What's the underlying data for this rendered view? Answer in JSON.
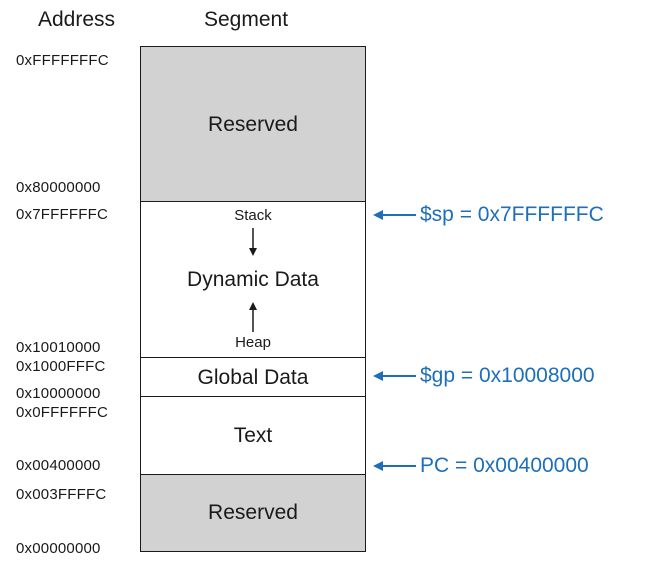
{
  "headers": {
    "address": "Address",
    "segment": "Segment"
  },
  "addresses": [
    "0xFFFFFFFC",
    "0x80000000",
    "0x7FFFFFFC",
    "0x10010000",
    "0x1000FFFC",
    "0x10000000",
    "0x0FFFFFFC",
    "0x00400000",
    "0x003FFFFC",
    "0x00000000"
  ],
  "segments": {
    "reserved_top": "Reserved",
    "dynamic": "Dynamic Data",
    "stack": "Stack",
    "heap": "Heap",
    "global": "Global Data",
    "text": "Text",
    "reserved_bottom": "Reserved"
  },
  "registers": {
    "sp": "$sp = 0x7FFFFFFC",
    "gp": "$gp = 0x10008000",
    "pc": "PC = 0x00400000"
  },
  "colors": {
    "register": "#1e6fb8",
    "reserved_fill": "#d2d2d2",
    "border": "#1a1a1a"
  }
}
